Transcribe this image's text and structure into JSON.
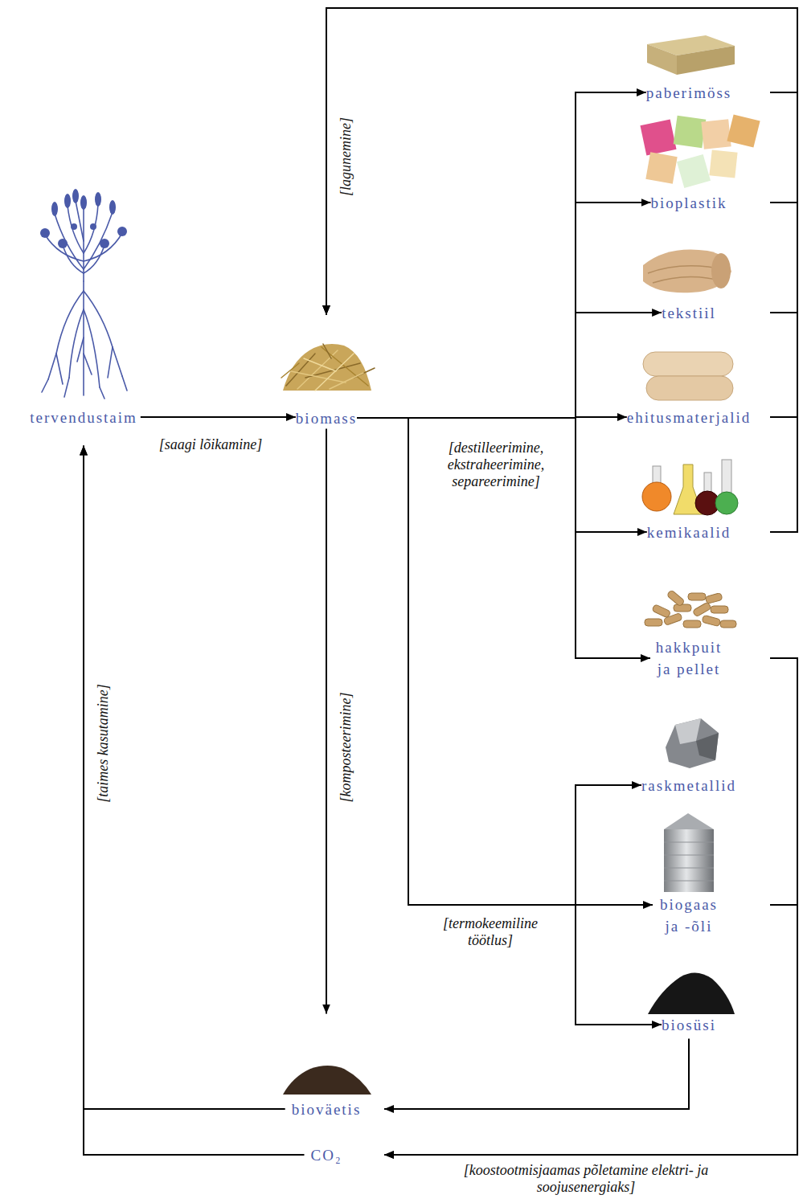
{
  "diagram": {
    "nodes": [
      {
        "text": [
          "tervendustaim"
        ]
      },
      {
        "text": [
          "biomass"
        ]
      },
      {
        "text": [
          "paberimöss"
        ]
      },
      {
        "text": [
          "bioplastik"
        ]
      },
      {
        "text": [
          "tekstiil"
        ]
      },
      {
        "text": [
          "ehitusmaterjalid"
        ]
      },
      {
        "text": [
          "kemikaalid"
        ]
      },
      {
        "text": [
          "hakkpuit ja pellet"
        ]
      },
      {
        "text": [
          "raskmetallid"
        ]
      },
      {
        "text": [
          "biogaas ja -õli"
        ]
      },
      {
        "text": [
          "biosüsi"
        ]
      },
      {
        "text": [
          "bioväetis"
        ]
      },
      {
        "text": [
          "CO₂"
        ]
      }
    ],
    "edges": [
      {
        "from": 0,
        "to": 1,
        "arrow": "to",
        "label": "[saagi lõikamine]"
      },
      {
        "from": 1,
        "to": 2,
        "arrow": "to"
      },
      {
        "from": 1,
        "to": 3,
        "arrow": "to"
      },
      {
        "from": 1,
        "to": 4,
        "arrow": "to"
      },
      {
        "from": 1,
        "to": 5,
        "arrow": "to",
        "label": "[destilleerimine, ekstraheerimine, separeerimine]"
      },
      {
        "from": 1,
        "to": 6,
        "arrow": "to"
      },
      {
        "from": 1,
        "to": 7,
        "arrow": "to"
      },
      {
        "from": 1,
        "to": 8,
        "arrow": "to"
      },
      {
        "from": 1,
        "to": 9,
        "arrow": "to",
        "label": "[termokeemiline töötlus]"
      },
      {
        "from": 1,
        "to": 10,
        "arrow": "to"
      },
      {
        "from": 1,
        "to": 11,
        "arrow": "to",
        "label": "[komposteerimine]"
      },
      {
        "from": 2,
        "to": 1,
        "arrow": "to",
        "label": "[lagunemine]"
      },
      {
        "from": 3,
        "to": 1,
        "arrow": "to"
      },
      {
        "from": 4,
        "to": 1,
        "arrow": "to"
      },
      {
        "from": 5,
        "to": 1,
        "arrow": "to"
      },
      {
        "from": 6,
        "to": 1,
        "arrow": "to"
      },
      {
        "from": 7,
        "to": 12,
        "arrow": "to",
        "label": "[koostootmisjaamas põletamine elektri- ja soojusenergiaks]"
      },
      {
        "from": 9,
        "to": 12,
        "arrow": "to"
      },
      {
        "from": 10,
        "to": 11,
        "arrow": "to"
      },
      {
        "from": 11,
        "to": 0,
        "arrow": "to",
        "label": "[taimes kasutamine]"
      },
      {
        "from": 12,
        "to": 0,
        "arrow": "to"
      }
    ]
  }
}
